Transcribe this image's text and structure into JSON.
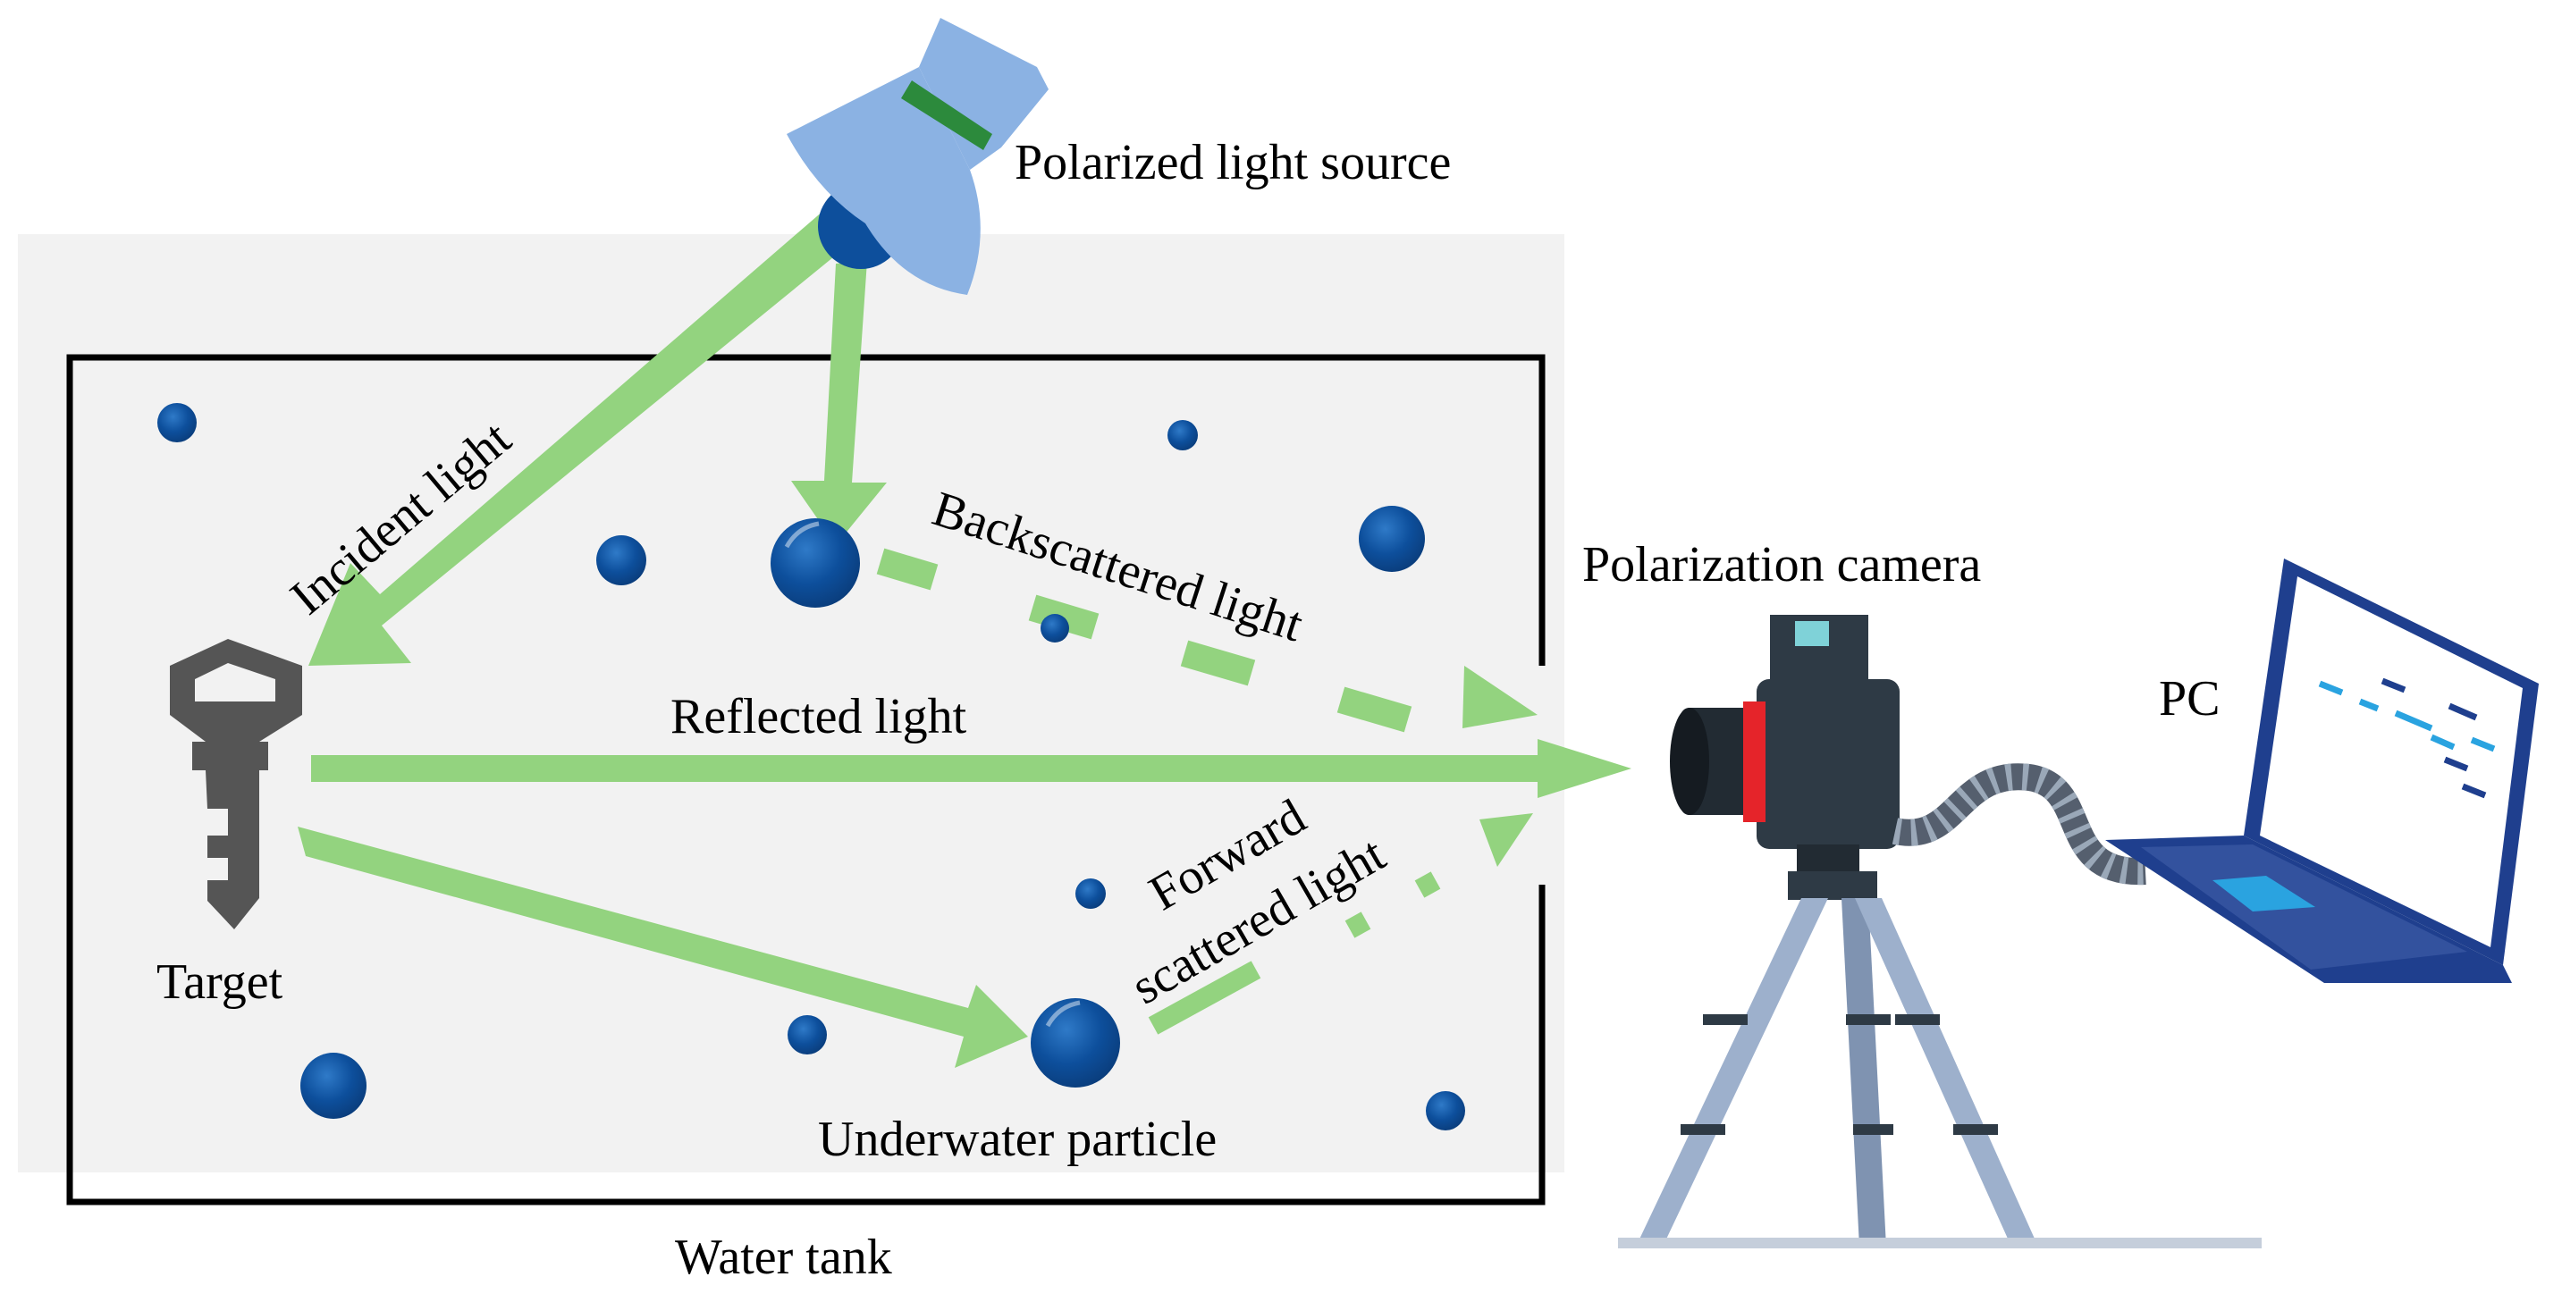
{
  "labels": {
    "light_source": "Polarized light source",
    "incident": "Incident light",
    "backscattered": "Backscattered light",
    "reflected": "Reflected light",
    "forward_line1": "Forward",
    "forward_line2": "scattered light",
    "target": "Target",
    "particle": "Underwater particle",
    "tank": "Water tank",
    "camera": "Polarization camera",
    "pc": "PC"
  },
  "colors": {
    "beam": "#93d37f",
    "particle": "#0d4f9c",
    "lamp": "#8bb2e3",
    "lamp_band": "#2c8a3c",
    "tank_fill": "#f2f2f2",
    "camera_body": "#2e3a45",
    "lens_ring": "#e5242a",
    "tripod": "#9db0cc",
    "laptop": "#1f3f8e",
    "screen_dash": "#2aa3e0"
  }
}
